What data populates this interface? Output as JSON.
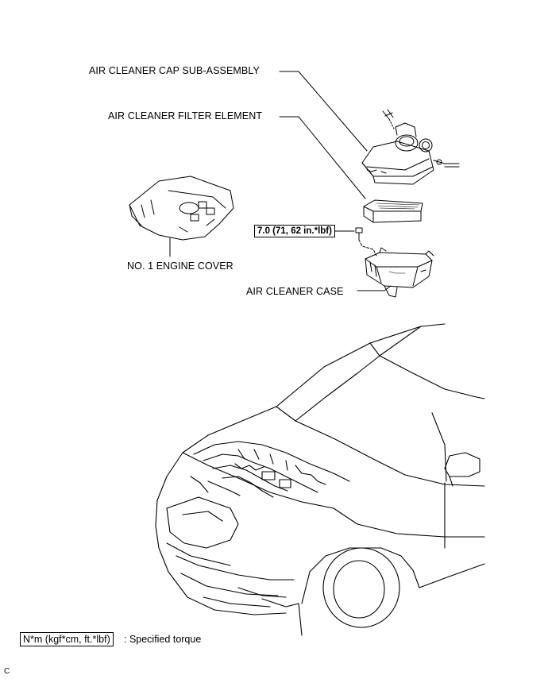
{
  "labels": {
    "air_cleaner_cap": "AIR CLEANER CAP SUB-ASSEMBLY",
    "air_cleaner_filter": "AIR CLEANER FILTER ELEMENT",
    "engine_cover": "NO. 1 ENGINE COVER",
    "air_cleaner_case": "AIR CLEANER CASE"
  },
  "torque": {
    "case_bolt": "7.0 (71, 62 in.*lbf)"
  },
  "legend": {
    "units": "N*m (kgf*cm, ft.*lbf)",
    "description": ": Specified torque"
  },
  "footer": {
    "corner_code": "C"
  }
}
